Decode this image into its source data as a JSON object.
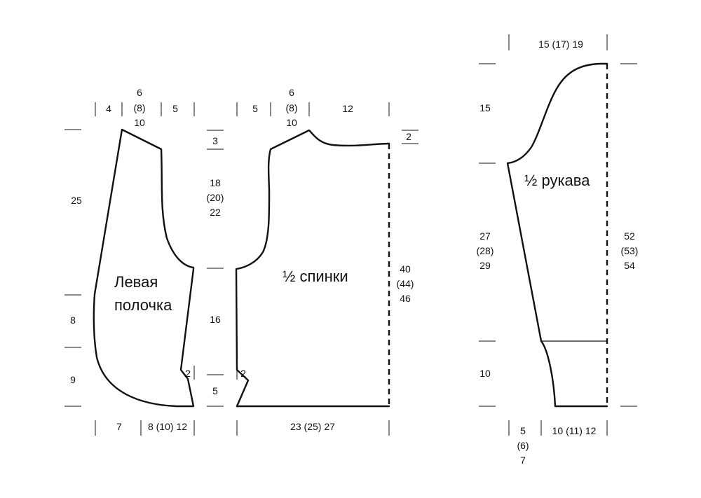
{
  "left_front": {
    "title_line1": "Левая",
    "title_line2": "полочка",
    "top_left": "4",
    "top_mid_1": "6",
    "top_mid_2": "(8)",
    "top_mid_3": "10",
    "top_right": "5",
    "side_top": "25",
    "side_mid": "8",
    "side_bot": "9",
    "bot_left": "7",
    "bot_right": "8 (10) 12",
    "notch": "2"
  },
  "middle_dims": {
    "neck": "3",
    "arm_1": "18",
    "arm_2": "(20)",
    "arm_3": "22",
    "side": "16",
    "hem": "5"
  },
  "back": {
    "title": "½ спинки",
    "top_left": "5",
    "top_mid_1": "6",
    "top_mid_2": "(8)",
    "top_mid_3": "10",
    "top_right": "12",
    "shoulder_drop": "2",
    "height_1": "40",
    "height_2": "(44)",
    "height_3": "46",
    "notch": "2",
    "bottom": "23 (25) 27"
  },
  "sleeve": {
    "title": "½ рукава",
    "top": "15 (17) 19",
    "cap": "15",
    "len_1": "27",
    "len_2": "(28)",
    "len_3": "29",
    "full_1": "52",
    "full_2": "(53)",
    "full_3": "54",
    "cuff": "10",
    "bot_left_1": "5",
    "bot_left_2": "(6)",
    "bot_left_3": "7",
    "bot_right": "10 (11) 12"
  }
}
